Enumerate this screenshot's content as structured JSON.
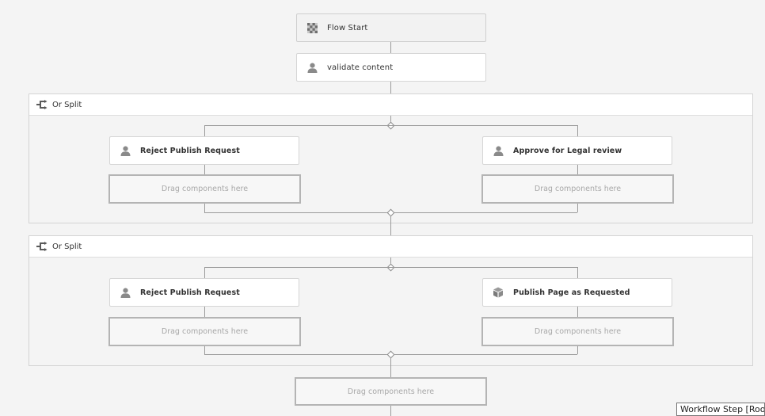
{
  "flow": {
    "start_label": "Flow Start",
    "validate_label": "validate content"
  },
  "splits": [
    {
      "title": "Or Split",
      "left_step": "Reject Publish Request",
      "right_step": "Approve for Legal review",
      "left_drop": "Drag components here",
      "right_drop": "Drag components here"
    },
    {
      "title": "Or Split",
      "left_step": "Reject Publish Request",
      "right_step": "Publish Page as Requested",
      "left_drop": "Drag components here",
      "right_drop": "Drag components here"
    }
  ],
  "bottom_drop": "Drag components here",
  "tooltip": "Workflow Step [Roo",
  "icons": {
    "start": "checkered-flag-icon",
    "participant": "user-icon",
    "split": "split-icon",
    "process": "package-icon"
  },
  "colors": {
    "connector": "#9a9a9a",
    "step_border": "#d6d6d6",
    "drop_border": "#b4b4b4"
  }
}
